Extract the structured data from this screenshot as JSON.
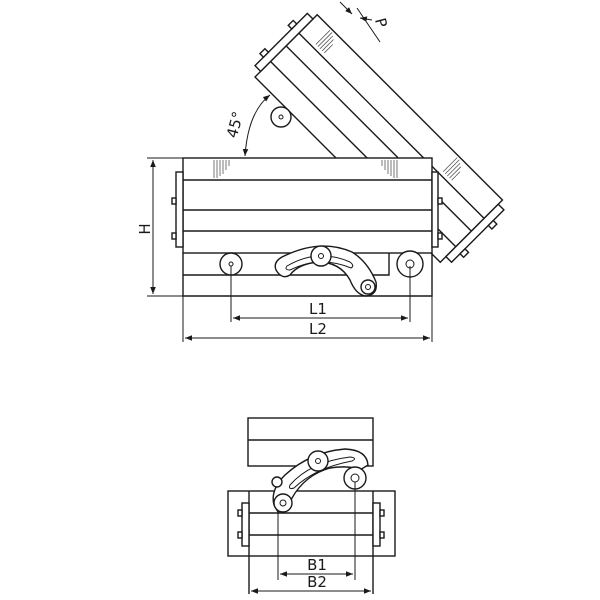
{
  "drawing": {
    "side_view": {
      "height_label": "H",
      "angle_label": "45°",
      "pitch_label": "P",
      "length1_label": "L1",
      "length2_label": "L2"
    },
    "end_view": {
      "width1_label": "B1",
      "width2_label": "B2"
    },
    "line_color": "#1a1a1a"
  }
}
